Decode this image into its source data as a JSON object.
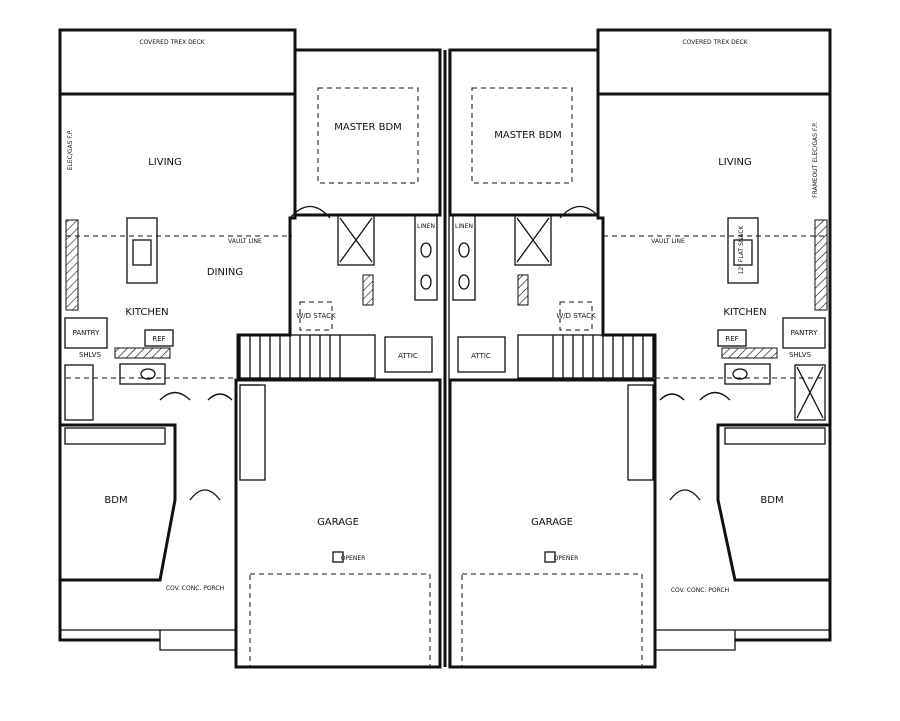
{
  "left_unit": {
    "deck": "COVERED TREX DECK",
    "living": "LIVING",
    "fireplace": "ELEC/GAS F.P.",
    "dining": "DINING",
    "kitchen": "KITCHEN",
    "pantry": "PANTRY",
    "ref": "REF",
    "shelves": "SHLVS",
    "vault_line": "VAULT LINE",
    "master": "MASTER BDM",
    "linen": "LINEN",
    "wd": "W/D STACK",
    "attic": "ATTIC",
    "bdm": "BDM",
    "garage": "GARAGE",
    "opener": "OPENER",
    "porch": "COV. CONC. PORCH"
  },
  "right_unit": {
    "deck": "COVERED TREX DECK",
    "living": "LIVING",
    "fireplace": "FRAMEOUT ELEC/GAS F.P.",
    "flat_snack": "12\" FLAT SNACK",
    "kitchen": "KITCHEN",
    "pantry": "PANTRY",
    "ref": "REF",
    "shelves": "SHLVS",
    "vault_line": "VAULT LINE",
    "master": "MASTER BDM",
    "linen": "LINEN",
    "wd": "W/D STACK",
    "attic": "ATTIC",
    "bdm": "BDM",
    "garage": "GARAGE",
    "opener": "OPENER",
    "porch": "COV. CONC. PORCH"
  },
  "colors": {
    "line": "#111111",
    "background": "#ffffff"
  }
}
